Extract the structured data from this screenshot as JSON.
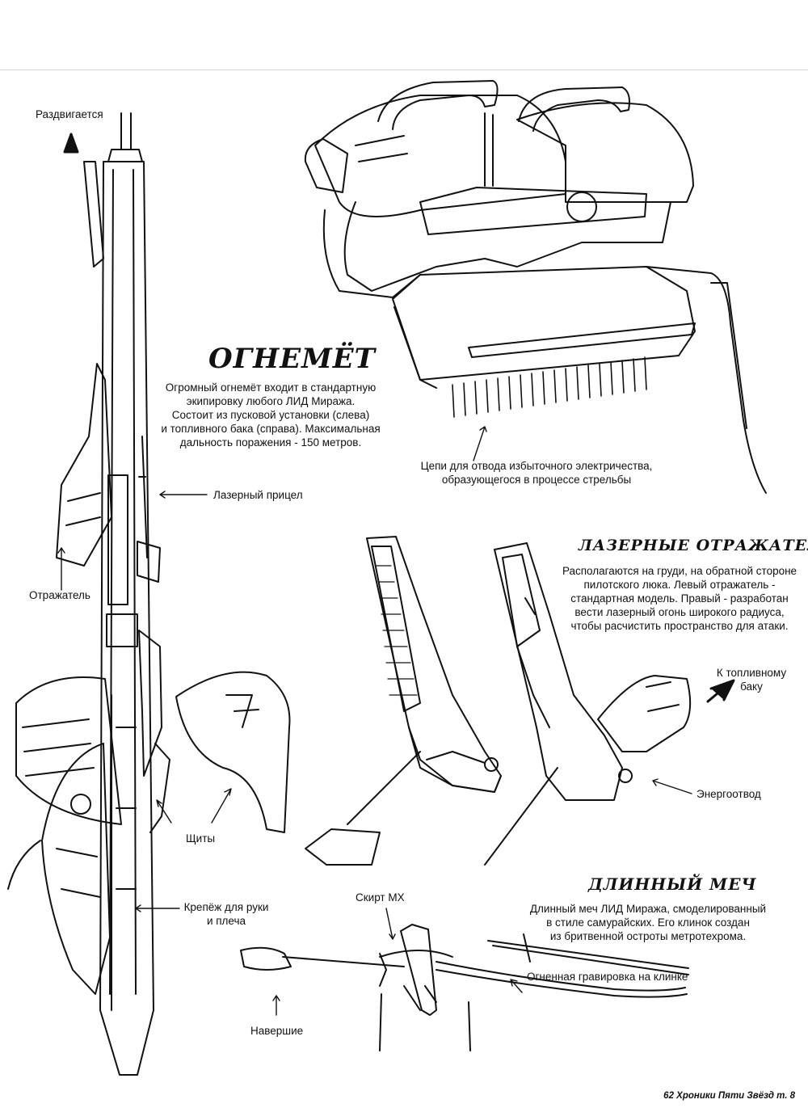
{
  "flamethrower": {
    "title": "ОГНЕМЁТ",
    "description": [
      "Огромный огнемёт входит в стандартную",
      "экипировку любого ЛИД Миража.",
      "Состоит из пусковой установки (слева)",
      "и топливного бака (справа). Максимальная",
      "дальность поражения - 150 метров."
    ],
    "chains_label": [
      "Цепи для отвода избыточного электричества,",
      "образующегося в процессе стрельбы"
    ]
  },
  "reflectors": {
    "title": "ЛАЗЕРНЫЕ ОТРАЖАТЕЛИ",
    "description": [
      "Располагаются на груди, на обратной стороне",
      "пилотского люка. Левый отражатель -",
      "стандартная модель. Правый - разработан",
      "вести лазерный огонь широкого радиуса,",
      "чтобы расчистить пространство для атаки."
    ],
    "fuel_label": [
      "К топливному",
      "баку"
    ],
    "energy_label": "Энергоотвод"
  },
  "sword": {
    "title": "ДЛИННЫЙ МЕЧ",
    "description": [
      "Длинный меч ЛИД Миража, смоделированный",
      "в стиле самурайских. Его клинок создан",
      "из бритвенной остроты метротехрома."
    ],
    "skirt_label": "Скирт МХ",
    "engraving_label": "Огненная гравировка на клинке",
    "pommel_label": "Навершие"
  },
  "launcher": {
    "extends_label": "Раздвигается",
    "laser_sight_label": "Лазерный прицел",
    "reflector_label": "Отражатель",
    "shields_label": "Щиты",
    "mount_label": [
      "Крепёж для руки",
      "и плеча"
    ]
  },
  "footer": "62 Хроники Пяти Звёзд т. 8"
}
